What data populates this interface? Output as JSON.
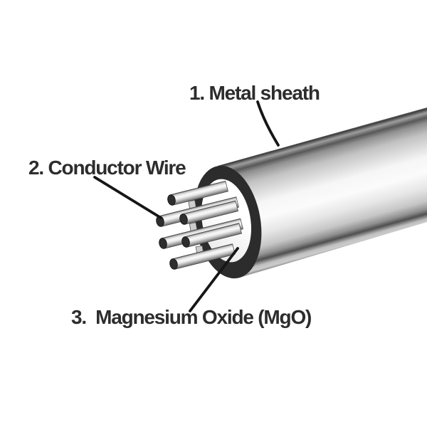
{
  "page": {
    "background": "#ffffff"
  },
  "diagram": {
    "labels": {
      "metal_sheath": "1. Metal sheath",
      "conductor_wire": "2. Conductor Wire",
      "magnesium_oxide": "3.  Magnesium Oxide (MgO)"
    },
    "parts": [
      {
        "number": "1",
        "name": "Metal sheath"
      },
      {
        "number": "2",
        "name": "Conductor Wire"
      },
      {
        "number": "3",
        "name": "Magnesium Oxide (MgO)"
      }
    ],
    "conductor_wires_visible": 6,
    "colors": {
      "label_text": "#2d2d2d",
      "leader_line": "#161616",
      "sheath_ring": "#2c2c2c",
      "metal_highlight": "#fbfbfb",
      "metal_shadow": "#3c3c3c",
      "mgo_face_light": "#ffffff",
      "wire_cap": "#2e2e2e"
    }
  }
}
